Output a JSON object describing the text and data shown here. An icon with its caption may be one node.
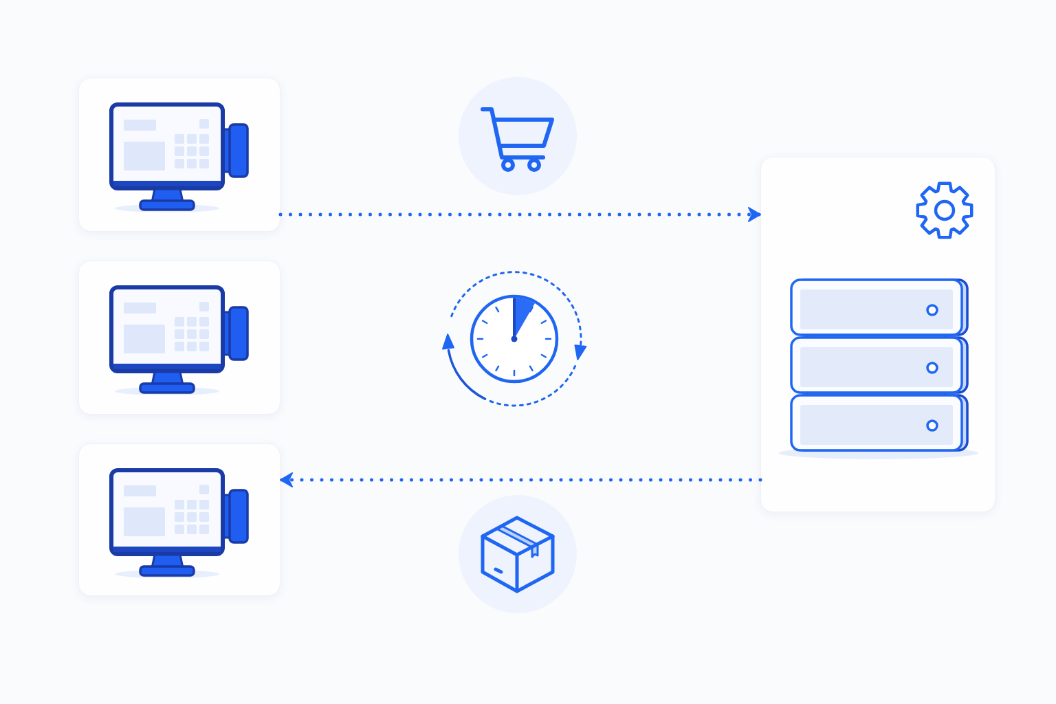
{
  "diagram": {
    "nodes": [
      {
        "text": [],
        "shape": "picture"
      },
      {
        "text": [],
        "shape": "circle"
      },
      {
        "text": [],
        "shape": "picture"
      },
      {
        "text": [],
        "shape": "picture"
      },
      {
        "text": [],
        "shape": "picture"
      },
      {
        "text": [],
        "shape": "picture"
      },
      {
        "text": [],
        "shape": "circle"
      }
    ],
    "edges": [
      {
        "from": 0,
        "to": 2,
        "arrow": "to",
        "style": "dashed"
      },
      {
        "from": 2,
        "to": 5,
        "arrow": "to",
        "style": "dashed"
      }
    ]
  }
}
